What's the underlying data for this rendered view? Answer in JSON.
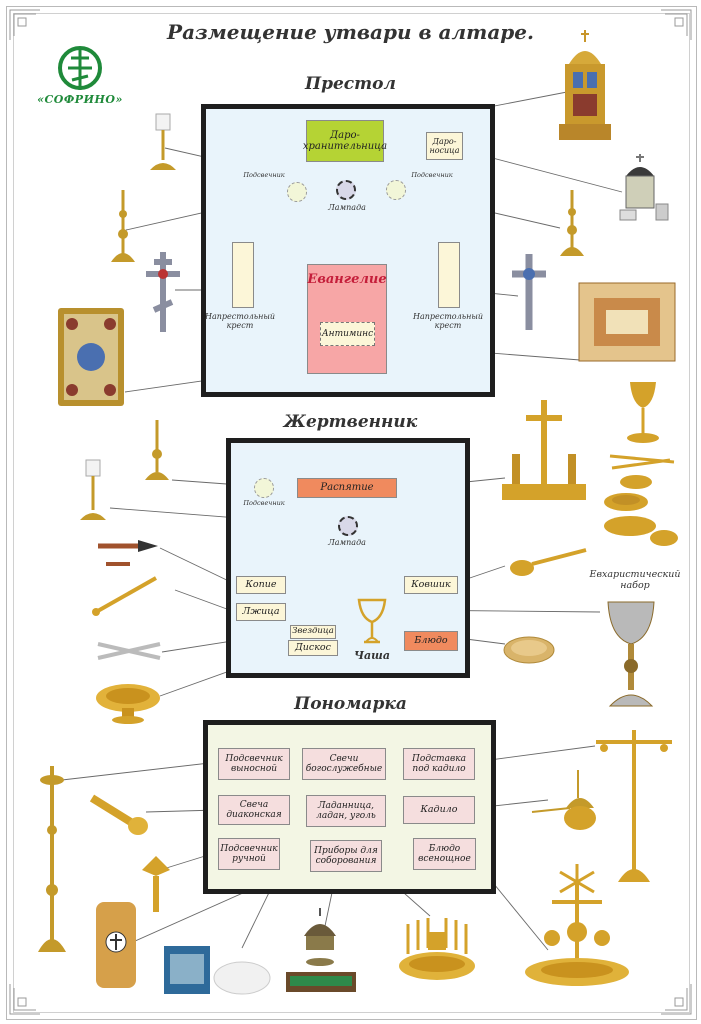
{
  "header": {
    "title": "Размещение утвари в алтаре.",
    "brand": "«СОФРИНО»"
  },
  "colors": {
    "green": "#b5d334",
    "salmon": "#f08a5e",
    "pink": "#f7a6a6",
    "cream": "#fcf6d8",
    "table_bg": "#e8f3fb",
    "ponomarka_bg": "#f3f6e4",
    "gold": "#d4a22a"
  },
  "prestol": {
    "heading": "Престол",
    "darohranitelnitsa": "Даро-\nхранительница",
    "daronositsa": "Даро-\nносица",
    "podsvechnik_left": "Подсвечник",
    "podsvechnik_right": "Подсвечник",
    "lampada": "Лампада",
    "evangelie": "Евангелие",
    "antimins": "Антиминс",
    "cross_left": "Напрестольный\nкрест",
    "cross_right": "Напрестольный\nкрест"
  },
  "zhertvennik": {
    "heading": "Жертвенник",
    "podsvechnik": "Подсвечник",
    "raspyatie": "Распятие",
    "lampada": "Лампада",
    "kopie": "Копие",
    "kovshik": "Ковшик",
    "lzhitsa": "Лжица",
    "zvezditsa": "Звездица",
    "diskos": "Дискос",
    "chasha": "Чаша",
    "blyudo": "Блюдо",
    "evcharist": "Евхаристический\nнабор"
  },
  "ponomarka": {
    "heading": "Пономарка",
    "items": [
      "Подсвечник\nвыносной",
      "Свечи\nбогослужебные",
      "Подставка\nпод кадило",
      "Свеча\nдиаконская",
      "Ладанница,\nладан, уголь",
      "Кадило",
      "Подсвечник\nручной",
      "Приборы для\nсоборования",
      "Блюдо\nвсенощное"
    ]
  }
}
